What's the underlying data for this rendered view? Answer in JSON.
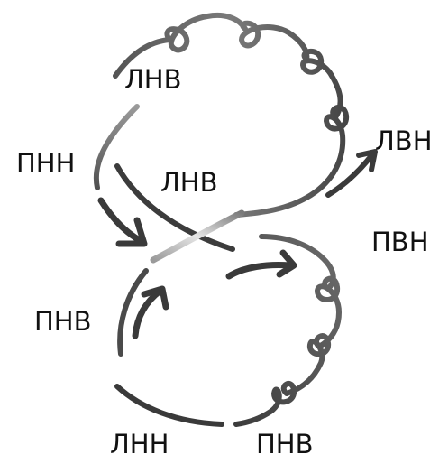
{
  "labels": {
    "top_loop_label": "ЛНВ",
    "left_upper_label": "ПНН",
    "center_label": "ЛНВ",
    "right_upper_label": "ЛВН",
    "right_middle_label": "ПВН",
    "left_lower_label": "ПНВ",
    "bottom_left_label": "ЛНН",
    "bottom_right_label": "ПНВ"
  },
  "colors": {
    "stroke_dark": "#3a3a3a",
    "stroke_mid": "#6a6a6a",
    "stroke_light": "#b8b8b8",
    "text": "#111111",
    "background": "#ffffff"
  }
}
